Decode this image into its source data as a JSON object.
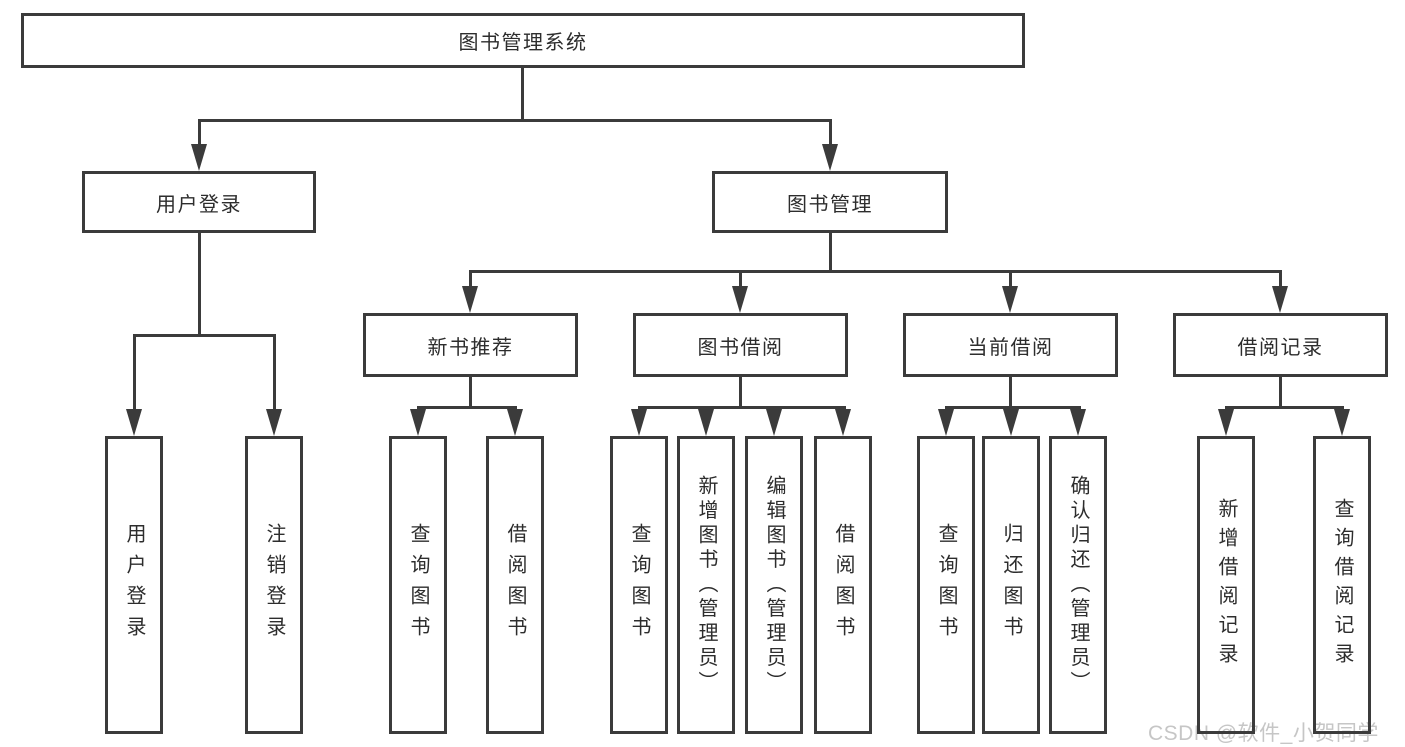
{
  "tree": {
    "root": {
      "label": "图书管理系统"
    },
    "children": [
      {
        "label": "用户登录",
        "children": [
          {
            "label": "用户登录"
          },
          {
            "label": "注销登录"
          }
        ]
      },
      {
        "label": "图书管理",
        "children": [
          {
            "label": "新书推荐",
            "children": [
              {
                "label": "查询图书"
              },
              {
                "label": "借阅图书"
              }
            ]
          },
          {
            "label": "图书借阅",
            "children": [
              {
                "label": "查询图书"
              },
              {
                "label": "新增图书（管理员）"
              },
              {
                "label": "编辑图书（管理员）"
              },
              {
                "label": "借阅图书"
              }
            ]
          },
          {
            "label": "当前借阅",
            "children": [
              {
                "label": "查询图书"
              },
              {
                "label": "归还图书"
              },
              {
                "label": "确认归还（管理员）"
              }
            ]
          },
          {
            "label": "借阅记录",
            "children": [
              {
                "label": "新增借阅记录"
              },
              {
                "label": "查询借阅记录"
              }
            ]
          }
        ]
      }
    ]
  },
  "watermark": {
    "text": "CSDN @软件_小贺同学",
    "color": "#c6c6c6"
  },
  "colors": {
    "line": "#3b3b3b",
    "box_border": "#3b3b3b",
    "label_text": "#2d2d2d",
    "background": "#ffffff"
  }
}
